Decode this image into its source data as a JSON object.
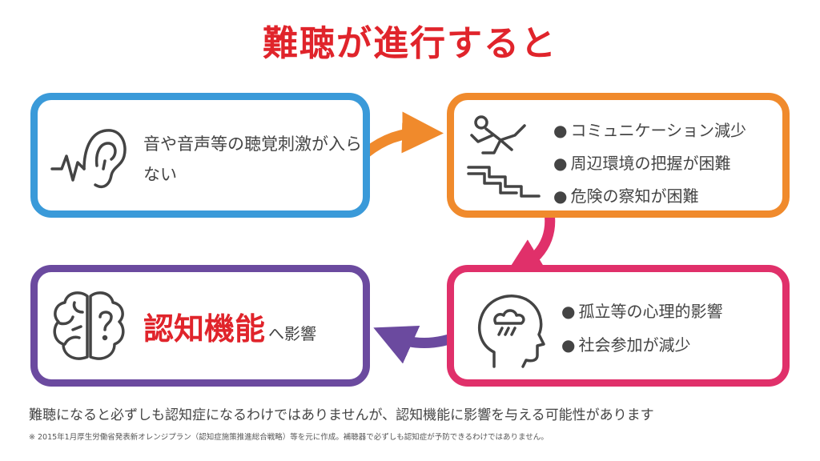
{
  "title": "難聴が進行すると",
  "boxes": {
    "ear": {
      "text": "音や音声等の聴覚刺激が入らない",
      "border_color": "#3a9ad9",
      "icon": "ear-icon"
    },
    "fall": {
      "bullets": [
        "コミュニケーション減少",
        "周辺環境の把握が困難",
        "危険の察知が困難"
      ],
      "border_color": "#f08a2c",
      "icon": "falling-stairs-icon"
    },
    "head": {
      "bullets": [
        "孤立等の心理的影響",
        "社会参加が減少"
      ],
      "border_color": "#e0306a",
      "icon": "head-rain-cloud-icon"
    },
    "brain": {
      "main": "認知機能",
      "sub": "へ影響",
      "border_color": "#6b4a9f",
      "icon": "brain-question-icon"
    }
  },
  "bullet_mark": "●",
  "arrows": {
    "ear_to_fall": "#f08a2c",
    "fall_to_head": "#e0306a",
    "head_to_brain": "#6b4a9f"
  },
  "bottom_text": "難聴になると必ずしも認知症になるわけではありませんが、認知機能に影響を与える可能性があります",
  "footnote": "※ 2015年1月厚生労働省発表新オレンジプラン（認知症施策推進総合戦略）等を元に作成。補聴器で必ずしも認知症が予防できるわけではありません。"
}
